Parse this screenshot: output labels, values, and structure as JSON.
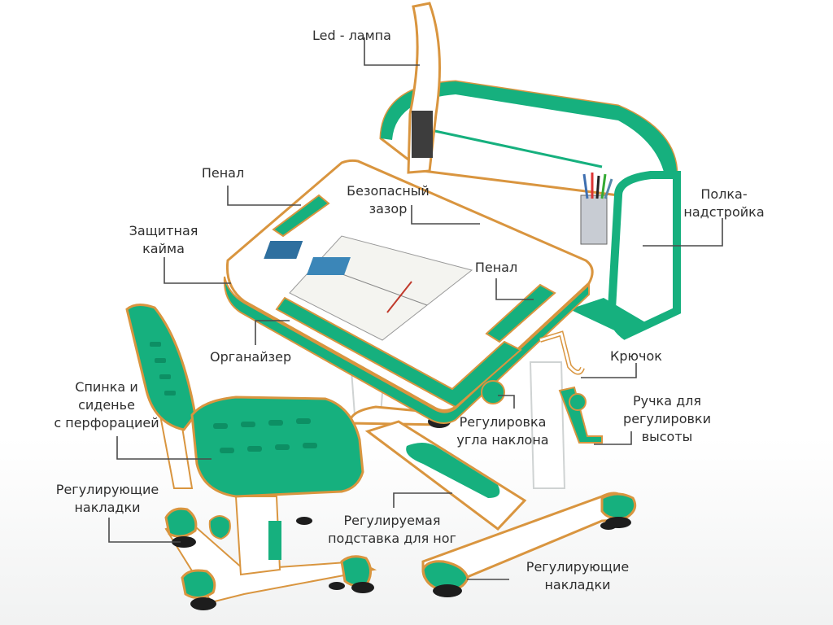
{
  "colors": {
    "accent_green": "#16b07e",
    "dark_green": "#0d8f64",
    "outline_orange": "#d9953f",
    "leader_line": "#4a4a4a",
    "label_text": "#2e2e2e"
  },
  "labels": {
    "lamp": "Led - лампа",
    "pencil_case_left": "Пенал",
    "safe_gap": [
      "Безопасный",
      "зазор"
    ],
    "shelf": [
      "Полка-",
      "надстройка"
    ],
    "protective_edge": [
      "Защитная",
      "кайма"
    ],
    "pencil_case_right": "Пенал",
    "organizer": "Органайзер",
    "hook": "Крючок",
    "backrest_seat": [
      "Спинка и",
      "сиденье",
      "с перфорацией"
    ],
    "tilt_adjust": [
      "Регулировка",
      "угла наклона"
    ],
    "height_handle": [
      "Ручка для",
      "регулировки",
      "высоты"
    ],
    "pads_left": [
      "Регулирующие",
      "накладки"
    ],
    "footrest": [
      "Регулируемая",
      "подставка для ног"
    ],
    "pads_right": [
      "Регулирующие",
      "накладки"
    ]
  }
}
